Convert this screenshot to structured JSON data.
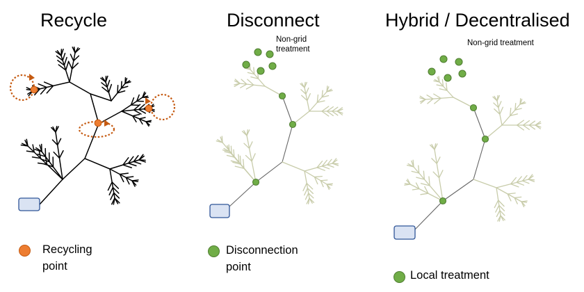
{
  "colors": {
    "dark_line": "#000000",
    "faint_line": "#c8ccaa",
    "recycle_point": "#ed7d31",
    "recycle_stroke": "#c55a11",
    "green_point": "#70ad47",
    "green_stroke": "#507e32",
    "outlet_fill": "#dae3f3",
    "outlet_stroke": "#2f5597"
  },
  "panels": [
    {
      "title": "Recycle",
      "note": "",
      "legend_lines": [
        "Recycling",
        "point"
      ],
      "legend_color": "recycle_point"
    },
    {
      "title": "Disconnect",
      "note_lines": [
        "Non-grid",
        "treatment"
      ],
      "legend_lines": [
        "Disconnection",
        "point"
      ],
      "legend_color": "green_point"
    },
    {
      "title": "Hybrid / Decentralised",
      "note_lines": [
        "Non-grid treatment"
      ],
      "legend_lines": [
        "Local treatment"
      ],
      "legend_color": "green_point"
    }
  ]
}
